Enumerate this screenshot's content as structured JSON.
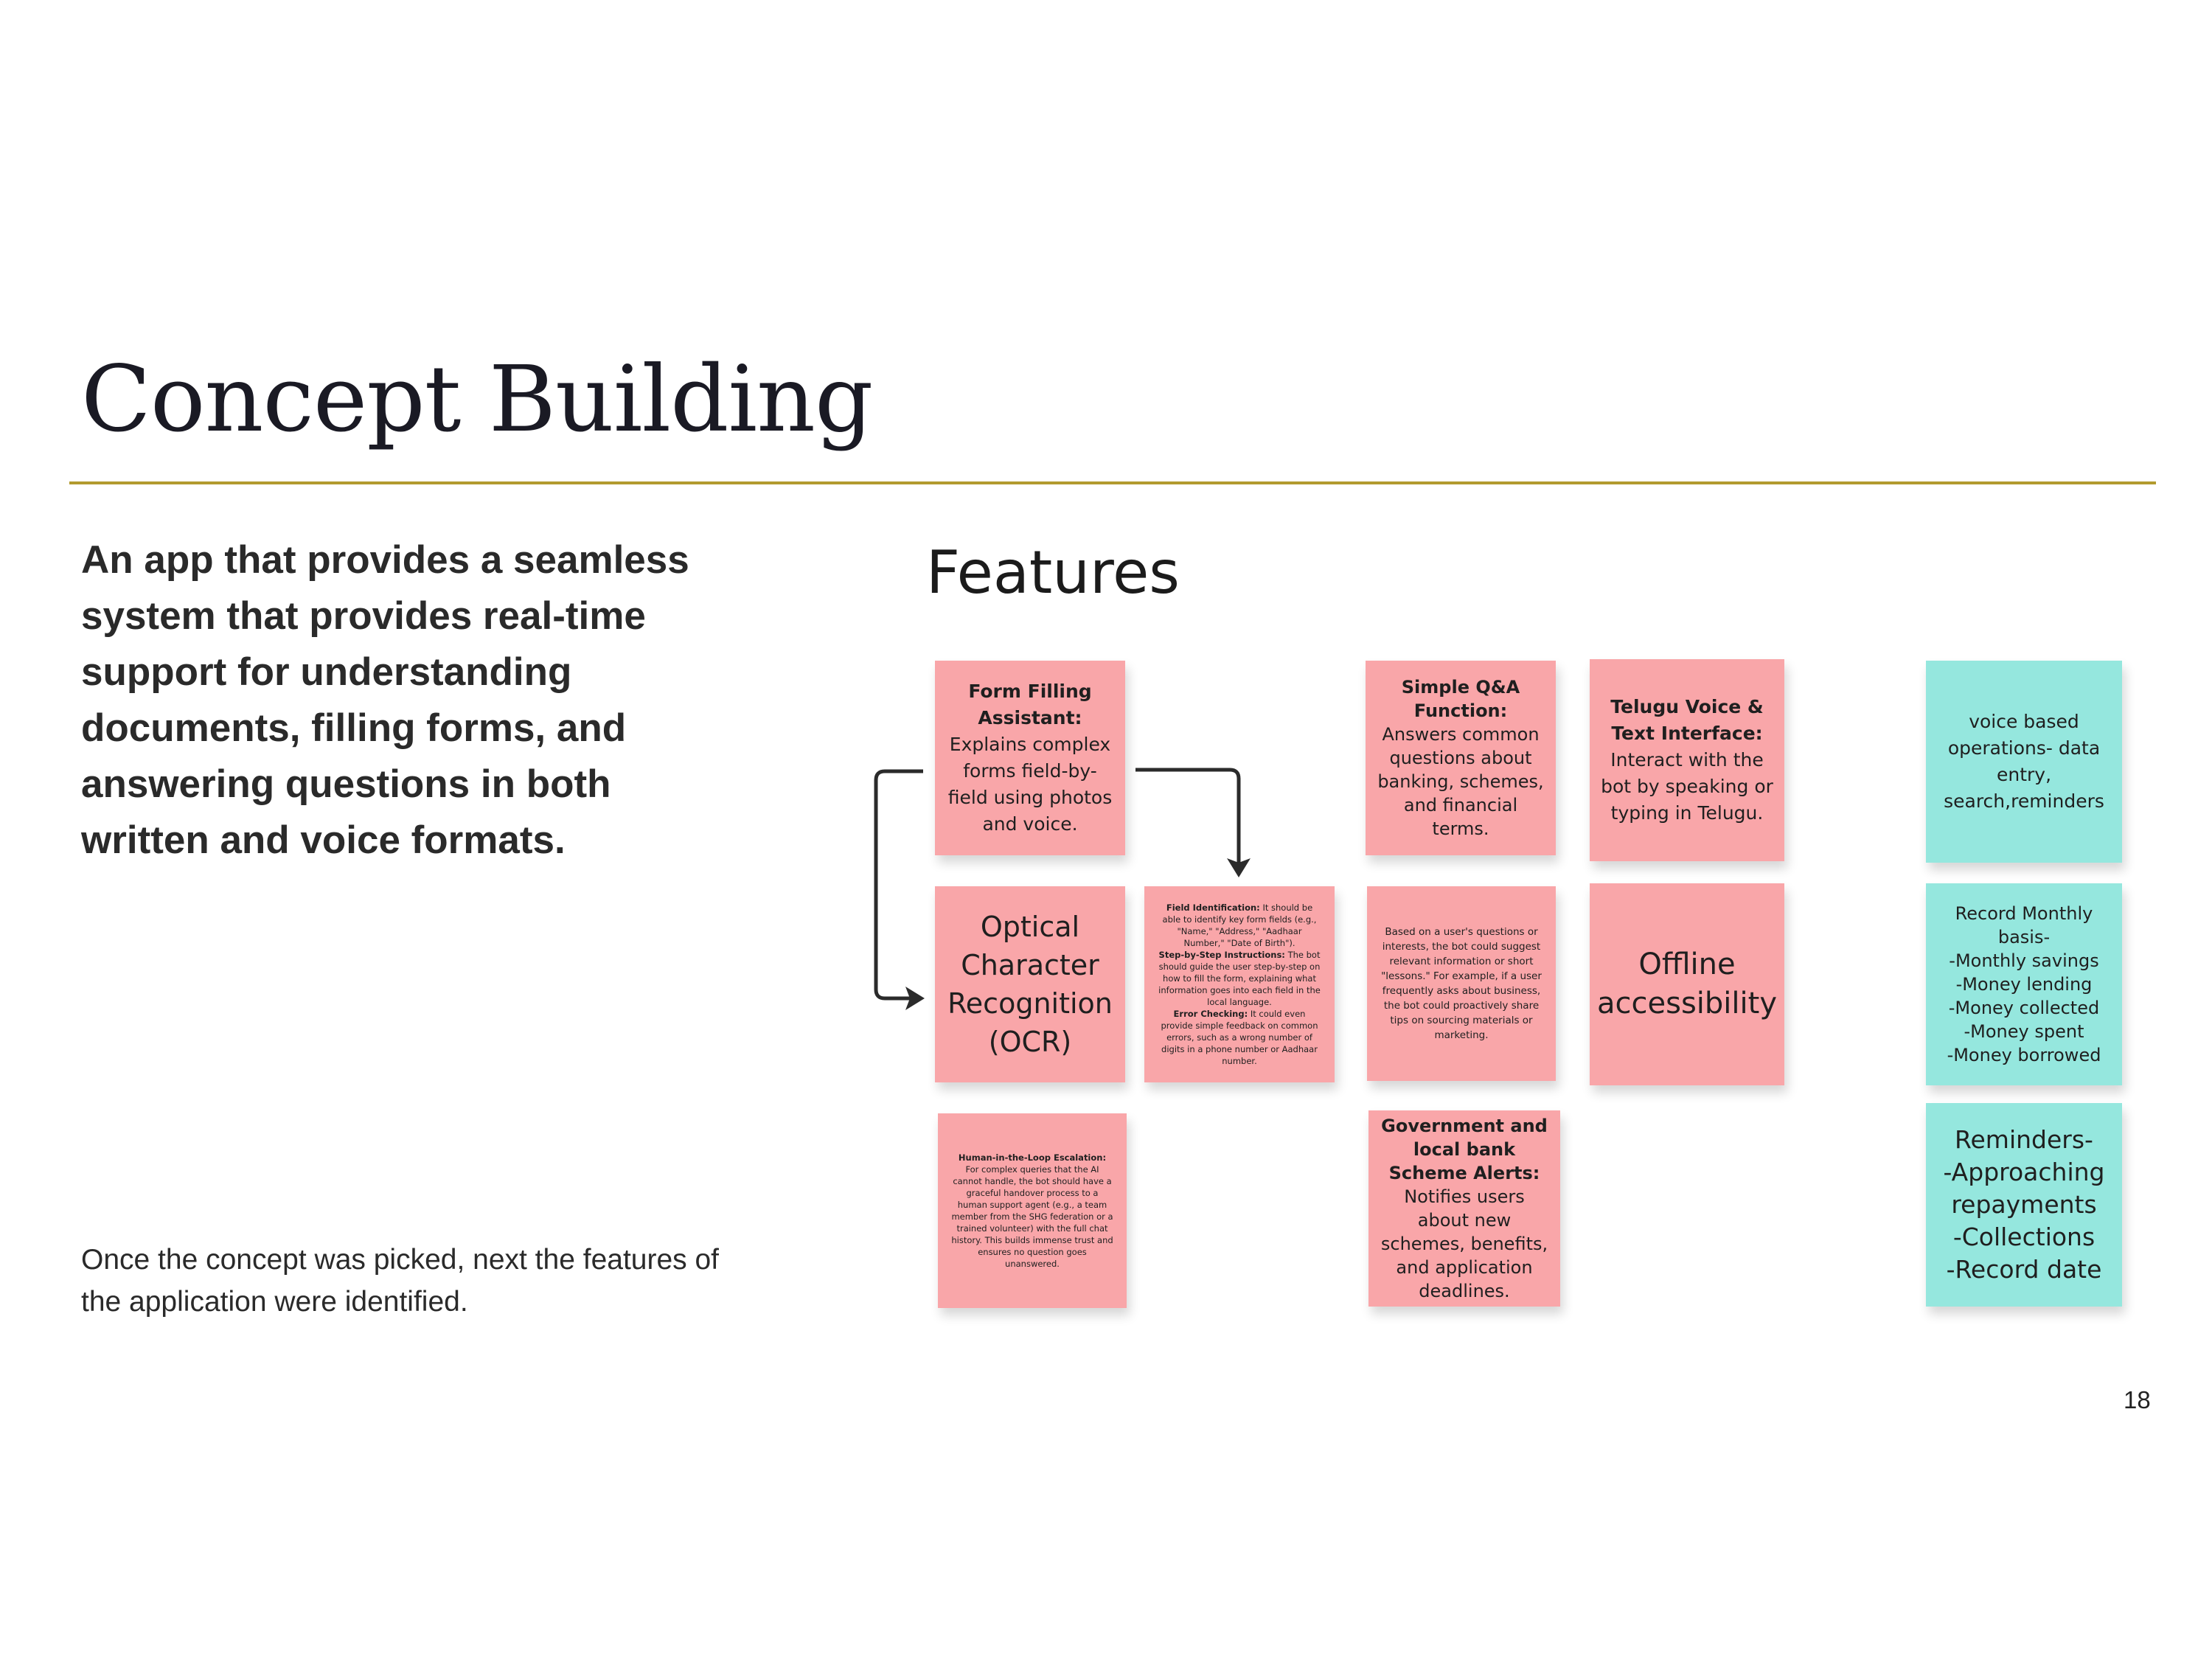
{
  "slide": {
    "title": "Concept Building",
    "lead_text": "An app that provides a seamless system that provides real-time support for understanding documents, filling forms, and answering questions in both written and voice formats.",
    "footer_text": "Once the concept was picked, next the features of the application were identified.",
    "page_number": "18",
    "accent_color": "#b29a2e"
  },
  "board": {
    "heading": "Features",
    "colors": {
      "pink_note": "#f9a6a9",
      "teal_note": "#95e7de"
    },
    "notes": {
      "form_filling": {
        "label": "Form Filling Assistant:",
        "body": "Explains complex forms field-by-field using photos and voice."
      },
      "simple_qa": {
        "label": "Simple Q&A Function:",
        "body": "Answers common questions about banking, schemes, and financial terms."
      },
      "telugu": {
        "label": "Telugu Voice & Text Interface:",
        "body": "Interact with the bot by speaking or typing in Telugu."
      },
      "voice_ops": {
        "body": "voice based operations- data entry, search,reminders"
      },
      "ocr": {
        "body": "Optical Character Recognition (OCR)"
      },
      "field_id": {
        "label1": "Field Identification:",
        "body1": "It should be able to identify key form fields (e.g., \"Name,\" \"Address,\" \"Aadhaar Number,\" \"Date of Birth\").",
        "label2": "Step-by-Step Instructions:",
        "body2": "The bot should guide the user step-by-step on how to fill the form, explaining what information goes into each field in the local language.",
        "label3": "Error Checking:",
        "body3": "It could even provide simple feedback on common errors, such as a wrong number of digits in a phone number or Aadhaar number."
      },
      "lessons": {
        "body": "Based on a user's questions or interests, the bot could suggest relevant information or short \"lessons.\" For example, if a user frequently asks about business, the bot could proactively share tips on sourcing materials or marketing."
      },
      "offline": {
        "body": "Offline accessibility"
      },
      "record": {
        "lines": [
          "Record Monthly basis-",
          "-Monthly savings",
          "-Money lending",
          "-Money collected",
          "-Money spent",
          "-Money borrowed"
        ]
      },
      "human_loop": {
        "label": "Human-in-the-Loop Escalation:",
        "body": "For complex queries that the AI cannot handle, the bot should have a graceful handover process to a human support agent (e.g., a team member from the SHG federation or a trained volunteer) with the full chat history. This builds immense trust and ensures no question goes unanswered."
      },
      "gov_alerts": {
        "label": "Government and local bank Scheme Alerts:",
        "body": "Notifies users about new schemes, benefits, and application deadlines."
      },
      "reminders": {
        "lines": [
          "Reminders-",
          "-Approaching repayments",
          "-Collections",
          "-Record date"
        ]
      }
    }
  }
}
